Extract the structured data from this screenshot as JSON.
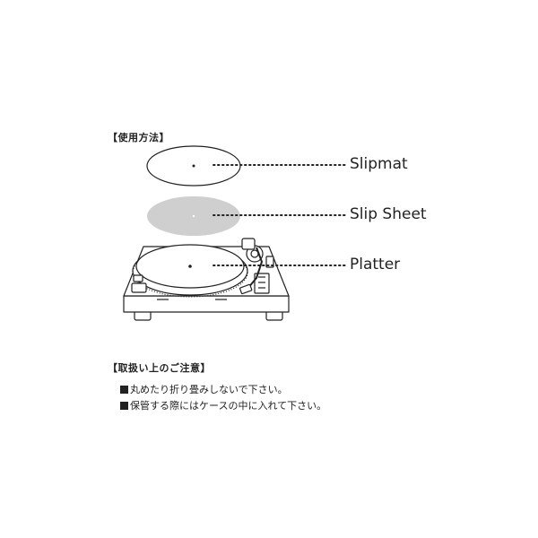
{
  "usage": {
    "heading": "【使用方法】",
    "labels": {
      "slipmat": "Slipmat",
      "slip_sheet": "Slip Sheet",
      "platter": "Platter"
    }
  },
  "precautions": {
    "heading": "【取扱い上のご注意】",
    "items": [
      "丸めたり折り畳みしないで下さい。",
      "保管する際にはケースの中に入れて下さい。"
    ]
  },
  "colors": {
    "slip_sheet_fill": "#cfcfcf",
    "line": "#222222"
  }
}
